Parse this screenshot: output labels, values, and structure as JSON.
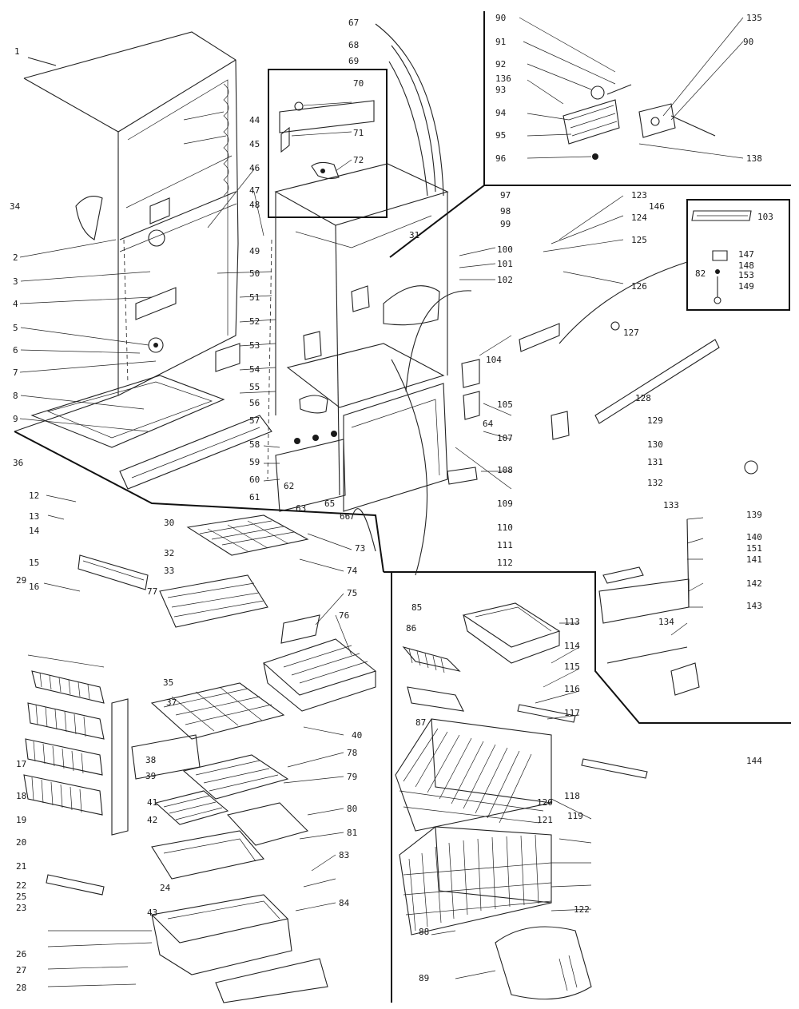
{
  "diagram": {
    "callouts": [
      {
        "id": "c1",
        "text": "1"
      },
      {
        "id": "c2",
        "text": "2"
      },
      {
        "id": "c3",
        "text": "3"
      },
      {
        "id": "c4",
        "text": "4"
      },
      {
        "id": "c5",
        "text": "5"
      },
      {
        "id": "c6",
        "text": "6"
      },
      {
        "id": "c7",
        "text": "7"
      },
      {
        "id": "c8",
        "text": "8"
      },
      {
        "id": "c9",
        "text": "9"
      },
      {
        "id": "c12",
        "text": "12"
      },
      {
        "id": "c13",
        "text": "13"
      },
      {
        "id": "c14",
        "text": "14"
      },
      {
        "id": "c15",
        "text": "15"
      },
      {
        "id": "c16",
        "text": "16"
      },
      {
        "id": "c17",
        "text": "17"
      },
      {
        "id": "c18",
        "text": "18"
      },
      {
        "id": "c19",
        "text": "19"
      },
      {
        "id": "c20",
        "text": "20"
      },
      {
        "id": "c21",
        "text": "21"
      },
      {
        "id": "c22",
        "text": "22"
      },
      {
        "id": "c23",
        "text": "23"
      },
      {
        "id": "c24",
        "text": "24"
      },
      {
        "id": "c25",
        "text": "25"
      },
      {
        "id": "c26",
        "text": "26"
      },
      {
        "id": "c27",
        "text": "27"
      },
      {
        "id": "c28",
        "text": "28"
      },
      {
        "id": "c29",
        "text": "29"
      },
      {
        "id": "c30",
        "text": "30"
      },
      {
        "id": "c31",
        "text": "31"
      },
      {
        "id": "c32",
        "text": "32"
      },
      {
        "id": "c33",
        "text": "33"
      },
      {
        "id": "c34",
        "text": "34"
      },
      {
        "id": "c35",
        "text": "35"
      },
      {
        "id": "c36",
        "text": "36"
      },
      {
        "id": "c37",
        "text": "37"
      },
      {
        "id": "c38",
        "text": "38"
      },
      {
        "id": "c39",
        "text": "39"
      },
      {
        "id": "c40",
        "text": "40"
      },
      {
        "id": "c41",
        "text": "41"
      },
      {
        "id": "c42",
        "text": "42"
      },
      {
        "id": "c43",
        "text": "43"
      },
      {
        "id": "c44",
        "text": "44"
      },
      {
        "id": "c45",
        "text": "45"
      },
      {
        "id": "c46",
        "text": "46"
      },
      {
        "id": "c47",
        "text": "47"
      },
      {
        "id": "c48",
        "text": "48"
      },
      {
        "id": "c49",
        "text": "49"
      },
      {
        "id": "c50",
        "text": "50"
      },
      {
        "id": "c51",
        "text": "51"
      },
      {
        "id": "c52",
        "text": "52"
      },
      {
        "id": "c53",
        "text": "53"
      },
      {
        "id": "c54",
        "text": "54"
      },
      {
        "id": "c55",
        "text": "55"
      },
      {
        "id": "c56",
        "text": "56"
      },
      {
        "id": "c57",
        "text": "57"
      },
      {
        "id": "c58",
        "text": "58"
      },
      {
        "id": "c59",
        "text": "59"
      },
      {
        "id": "c60",
        "text": "60"
      },
      {
        "id": "c61",
        "text": "61"
      },
      {
        "id": "c62",
        "text": "62"
      },
      {
        "id": "c63",
        "text": "63"
      },
      {
        "id": "c64",
        "text": "64"
      },
      {
        "id": "c65",
        "text": "65"
      },
      {
        "id": "c66",
        "text": "66"
      },
      {
        "id": "c67",
        "text": "67"
      },
      {
        "id": "c68",
        "text": "68"
      },
      {
        "id": "c69",
        "text": "69"
      },
      {
        "id": "c70",
        "text": "70"
      },
      {
        "id": "c71",
        "text": "71"
      },
      {
        "id": "c72",
        "text": "72"
      },
      {
        "id": "c73",
        "text": "73"
      },
      {
        "id": "c74",
        "text": "74"
      },
      {
        "id": "c75",
        "text": "75"
      },
      {
        "id": "c76",
        "text": "76"
      },
      {
        "id": "c77",
        "text": "77"
      },
      {
        "id": "c78",
        "text": "78"
      },
      {
        "id": "c79",
        "text": "79"
      },
      {
        "id": "c80",
        "text": "80"
      },
      {
        "id": "c81",
        "text": "81"
      },
      {
        "id": "c82",
        "text": "82"
      },
      {
        "id": "c83",
        "text": "83"
      },
      {
        "id": "c84",
        "text": "84"
      },
      {
        "id": "c85",
        "text": "85"
      },
      {
        "id": "c86",
        "text": "86"
      },
      {
        "id": "c87",
        "text": "87"
      },
      {
        "id": "c88",
        "text": "88"
      },
      {
        "id": "c89",
        "text": "89"
      },
      {
        "id": "c90",
        "text": "90"
      },
      {
        "id": "c90b",
        "text": "90"
      },
      {
        "id": "c91",
        "text": "91"
      },
      {
        "id": "c92",
        "text": "92"
      },
      {
        "id": "c93",
        "text": "93"
      },
      {
        "id": "c94",
        "text": "94"
      },
      {
        "id": "c95",
        "text": "95"
      },
      {
        "id": "c96",
        "text": "96"
      },
      {
        "id": "c97",
        "text": "97"
      },
      {
        "id": "c98",
        "text": "98"
      },
      {
        "id": "c99",
        "text": "99"
      },
      {
        "id": "c100",
        "text": "100"
      },
      {
        "id": "c101",
        "text": "101"
      },
      {
        "id": "c102",
        "text": "102"
      },
      {
        "id": "c103",
        "text": "103"
      },
      {
        "id": "c104",
        "text": "104"
      },
      {
        "id": "c105",
        "text": "105"
      },
      {
        "id": "c107",
        "text": "107"
      },
      {
        "id": "c108",
        "text": "108"
      },
      {
        "id": "c109",
        "text": "109"
      },
      {
        "id": "c110",
        "text": "110"
      },
      {
        "id": "c111",
        "text": "111"
      },
      {
        "id": "c112",
        "text": "112"
      },
      {
        "id": "c113",
        "text": "113"
      },
      {
        "id": "c114",
        "text": "114"
      },
      {
        "id": "c115",
        "text": "115"
      },
      {
        "id": "c116",
        "text": "116"
      },
      {
        "id": "c117",
        "text": "117"
      },
      {
        "id": "c118",
        "text": "118"
      },
      {
        "id": "c119",
        "text": "119"
      },
      {
        "id": "c120",
        "text": "120"
      },
      {
        "id": "c121",
        "text": "121"
      },
      {
        "id": "c122",
        "text": "122"
      },
      {
        "id": "c123",
        "text": "123"
      },
      {
        "id": "c124",
        "text": "124"
      },
      {
        "id": "c125",
        "text": "125"
      },
      {
        "id": "c126",
        "text": "126"
      },
      {
        "id": "c127",
        "text": "127"
      },
      {
        "id": "c128",
        "text": "128"
      },
      {
        "id": "c129",
        "text": "129"
      },
      {
        "id": "c130",
        "text": "130"
      },
      {
        "id": "c131",
        "text": "131"
      },
      {
        "id": "c132",
        "text": "132"
      },
      {
        "id": "c133",
        "text": "133"
      },
      {
        "id": "c134",
        "text": "134"
      },
      {
        "id": "c135",
        "text": "135"
      },
      {
        "id": "c136",
        "text": "136"
      },
      {
        "id": "c138",
        "text": "138"
      },
      {
        "id": "c139",
        "text": "139"
      },
      {
        "id": "c140",
        "text": "140"
      },
      {
        "id": "c141",
        "text": "141"
      },
      {
        "id": "c142",
        "text": "142"
      },
      {
        "id": "c143",
        "text": "143"
      },
      {
        "id": "c144",
        "text": "144"
      },
      {
        "id": "c146",
        "text": "146"
      },
      {
        "id": "c147",
        "text": "147"
      },
      {
        "id": "c148",
        "text": "148"
      },
      {
        "id": "c149",
        "text": "149"
      },
      {
        "id": "c151",
        "text": "151"
      },
      {
        "id": "c153",
        "text": "153"
      }
    ]
  }
}
